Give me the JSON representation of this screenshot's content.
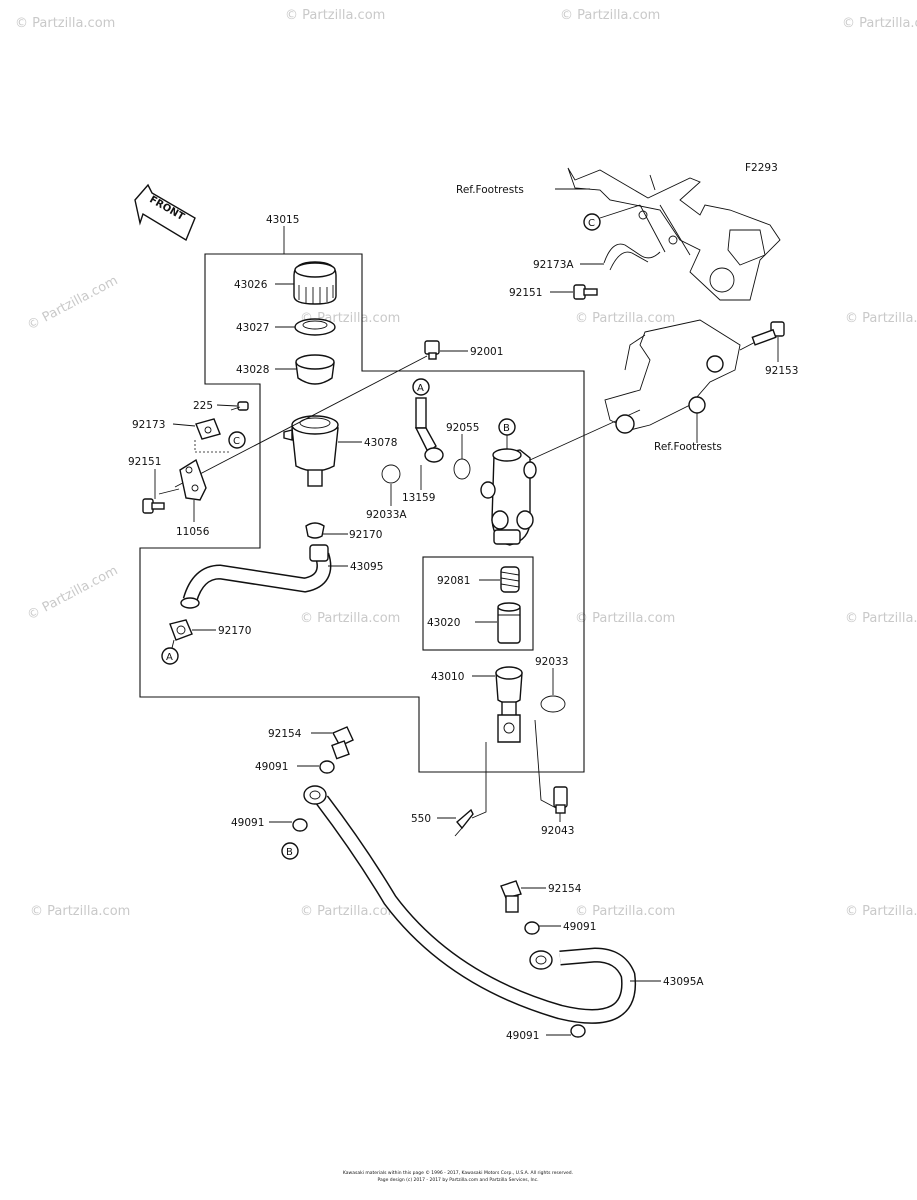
{
  "figure_code": "F2293",
  "front_label": "FRONT",
  "ref_label": "Ref.Footrests",
  "watermark": "© Partzilla.com",
  "copyright_lines": [
    "Kawasaki materials within this page © 1996 - 2017, Kawasaki Motors Corp., U.S.A. All rights reserved.",
    "Page design (c) 2017 - 2017 by Partzilla.com and Partzilla Services, Inc."
  ],
  "markers": [
    "A",
    "B",
    "C"
  ],
  "parts": {
    "p43015": "43015",
    "p43026": "43026",
    "p43027": "43027",
    "p43028": "43028",
    "p92001": "92001",
    "p225": "225",
    "p92173": "92173",
    "p92151": "92151",
    "p11056": "11056",
    "p43078": "43078",
    "p92170": "92170",
    "p43095": "43095",
    "p92033A": "92033A",
    "p13159": "13159",
    "p92055": "92055",
    "p92081": "92081",
    "p43020": "43020",
    "p43010": "43010",
    "p92033": "92033",
    "p92154": "92154",
    "p49091": "49091",
    "p550": "550",
    "p92043": "92043",
    "p43095A": "43095A",
    "p92173A": "92173A",
    "p92153": "92153"
  }
}
